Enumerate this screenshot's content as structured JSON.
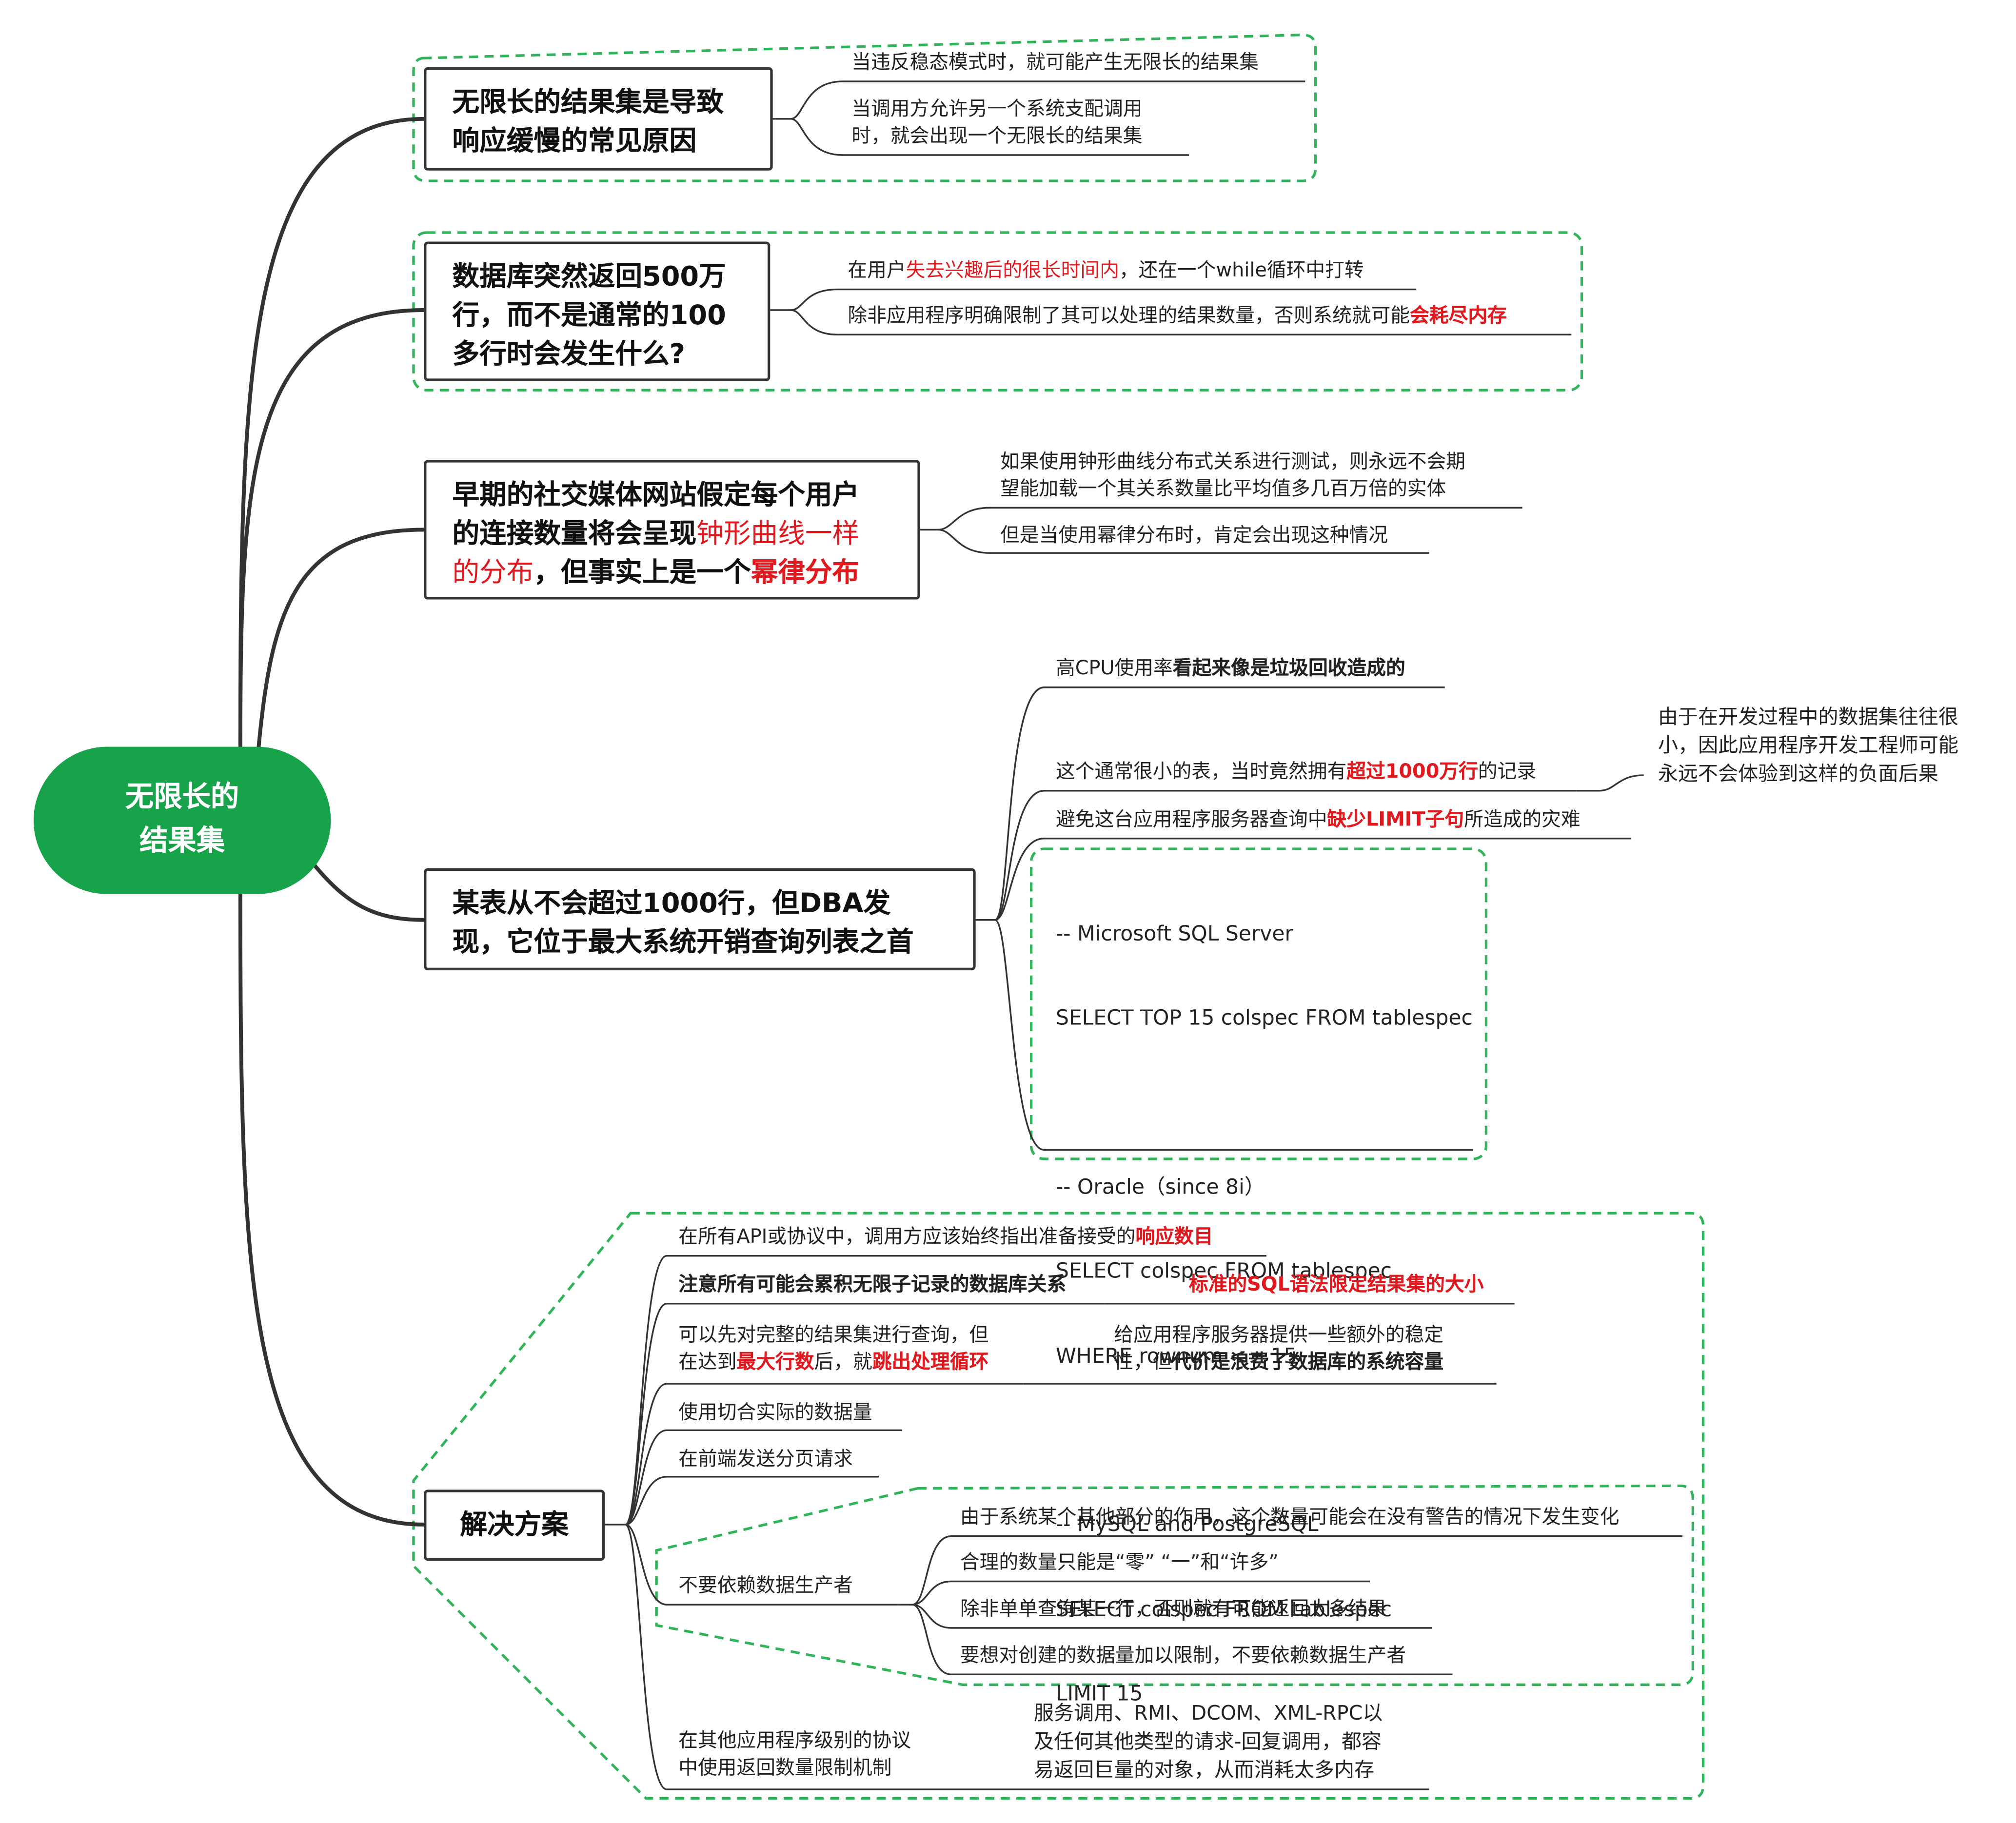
{
  "root": {
    "line1": "无限长的",
    "line2": "结果集"
  },
  "branch1": {
    "title_line1": "无限长的结果集是导致",
    "title_line2": "响应缓慢的常见原因",
    "leaf1": "当违反稳态模式时，就可能产生无限长的结果集",
    "leaf2_line1": "当调用方允许另一个系统支配调用",
    "leaf2_line2": "时，就会出现一个无限长的结果集"
  },
  "branch2": {
    "title_line1": "数据库突然返回500万",
    "title_line2": "行，而不是通常的100",
    "title_line3": "多行时会发生什么?",
    "leaf1_a": "在用户",
    "leaf1_b": "失去兴趣后的很长时间内",
    "leaf1_c": "，还在一个while循环中打转",
    "leaf2_a": "除非应用程序明确限制了其可以处理的结果数量，否则系统就可能",
    "leaf2_b": "会耗尽内存"
  },
  "branch3": {
    "title_l1": "早期的社交媒体网站假定每个用户",
    "title_l2_a": "的连接数量将会呈现",
    "title_l2_b": "钟形曲线一样",
    "title_l3_a": "的分布",
    "title_l3_b": "，但事实上是一个",
    "title_l3_c": "幂律分布",
    "leaf1_line1": "如果使用钟形曲线分布式关系进行测试，则永远不会期",
    "leaf1_line2": "望能加载一个其关系数量比平均值多几百万倍的实体",
    "leaf2": "但是当使用幂律分布时，肯定会出现这种情况"
  },
  "branch4": {
    "title_line1": "某表从不会超过1000行，但DBA发",
    "title_line2": "现，它位于最大系统开销查询列表之首",
    "leaf1_a": "高CPU使用率",
    "leaf1_b": "看起来像是垃圾回收造成的",
    "leaf2_a": "这个通常很小的表，当时竟然拥有",
    "leaf2_b": "超过1000万行",
    "leaf2_c": "的记录",
    "leaf2_child_line1": "由于在开发过程中的数据集往往很",
    "leaf2_child_line2": "小，因此应用程序开发工程师可能",
    "leaf2_child_line3": "永远不会体验到这样的负面后果",
    "leaf3_a": "避免这台应用程序服务器查询中",
    "leaf3_b": "缺少LIMIT子句",
    "leaf3_c": "所造成的灾难",
    "code": [
      "-- Microsoft SQL Server",
      "SELECT TOP 15 colspec FROM tablespec",
      "",
      "-- Oracle（since 8i）",
      "SELECT colspec FROM tablespec",
      "WHERE rownum <= 15",
      "",
      "-- MySQL and PostgreSQL",
      "SELECT colspec FROM tablespec",
      "LIMIT 15"
    ]
  },
  "branch5": {
    "title": "解决方案",
    "s1_a": "在所有API或协议中，调用方应该始终指出准备接受的",
    "s1_b": "响应数目",
    "s2": "注意所有可能会累积无限子记录的数据库关系",
    "s2_child": "标准的SQL语法限定结果集的大小",
    "s3_line1": "可以先对完整的结果集进行查询，但",
    "s3_l2_a": "在达到",
    "s3_l2_b": "最大行数",
    "s3_l2_c": "后，就",
    "s3_l2_d": "跳出处理循环",
    "s3_child_line1": "给应用程序服务器提供一些额外的稳定",
    "s3_child_l2_a": "性，但",
    "s3_child_l2_b": "代价是浪费了数据库的系统容量",
    "s4": "使用切合实际的数据量",
    "s5": "在前端发送分页请求",
    "s6": "不要依赖数据生产者",
    "s6_c1": "由于系统某个其他部分的作用，这个数量可能会在没有警告的情况下发生变化",
    "s6_c2": "合理的数量只能是“零” “一”和“许多”",
    "s6_c3": "除非单单查询某一行，否则就有可能返回太多结果",
    "s6_c4": "要想对创建的数据量加以限制，不要依赖数据生产者",
    "s7_line1": "在其他应用程序级别的协议",
    "s7_line2": "中使用返回数量限制机制",
    "s7_child_line1": "服务调用、RMI、DCOM、XML-RPC以",
    "s7_child_line2": "及任何其他类型的请求-回复调用，都容",
    "s7_child_line3": "易返回巨量的对象，从而消耗太多内存"
  },
  "colors": {
    "root_green": "#16a34a",
    "dashed_green": "#2fb45a",
    "highlight_red": "#e0191f"
  }
}
